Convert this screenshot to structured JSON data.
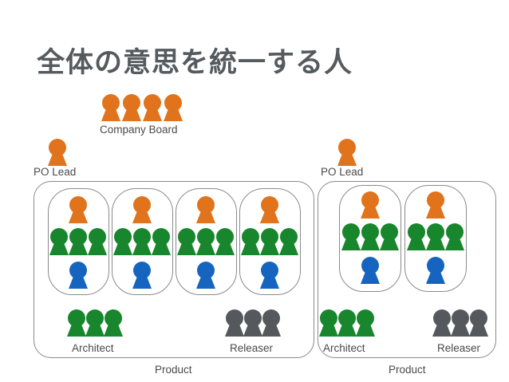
{
  "title": "全体の意思を統一する人",
  "labels": {
    "company_board": "Company Board",
    "po_lead_left": "PO Lead",
    "po_lead_right": "PO Lead",
    "architect_left": "Architect",
    "releaser_left": "Releaser",
    "architect_right": "Architect",
    "releaser_right": "Releaser",
    "product_left": "Product",
    "product_right": "Product"
  },
  "colors": {
    "orange": "#e0731b",
    "green": "#17862c",
    "blue": "#1565c0",
    "gray": "#55595d",
    "border": "#8a8a8a",
    "text": "#4a4a4a",
    "title": "#555a5e"
  }
}
